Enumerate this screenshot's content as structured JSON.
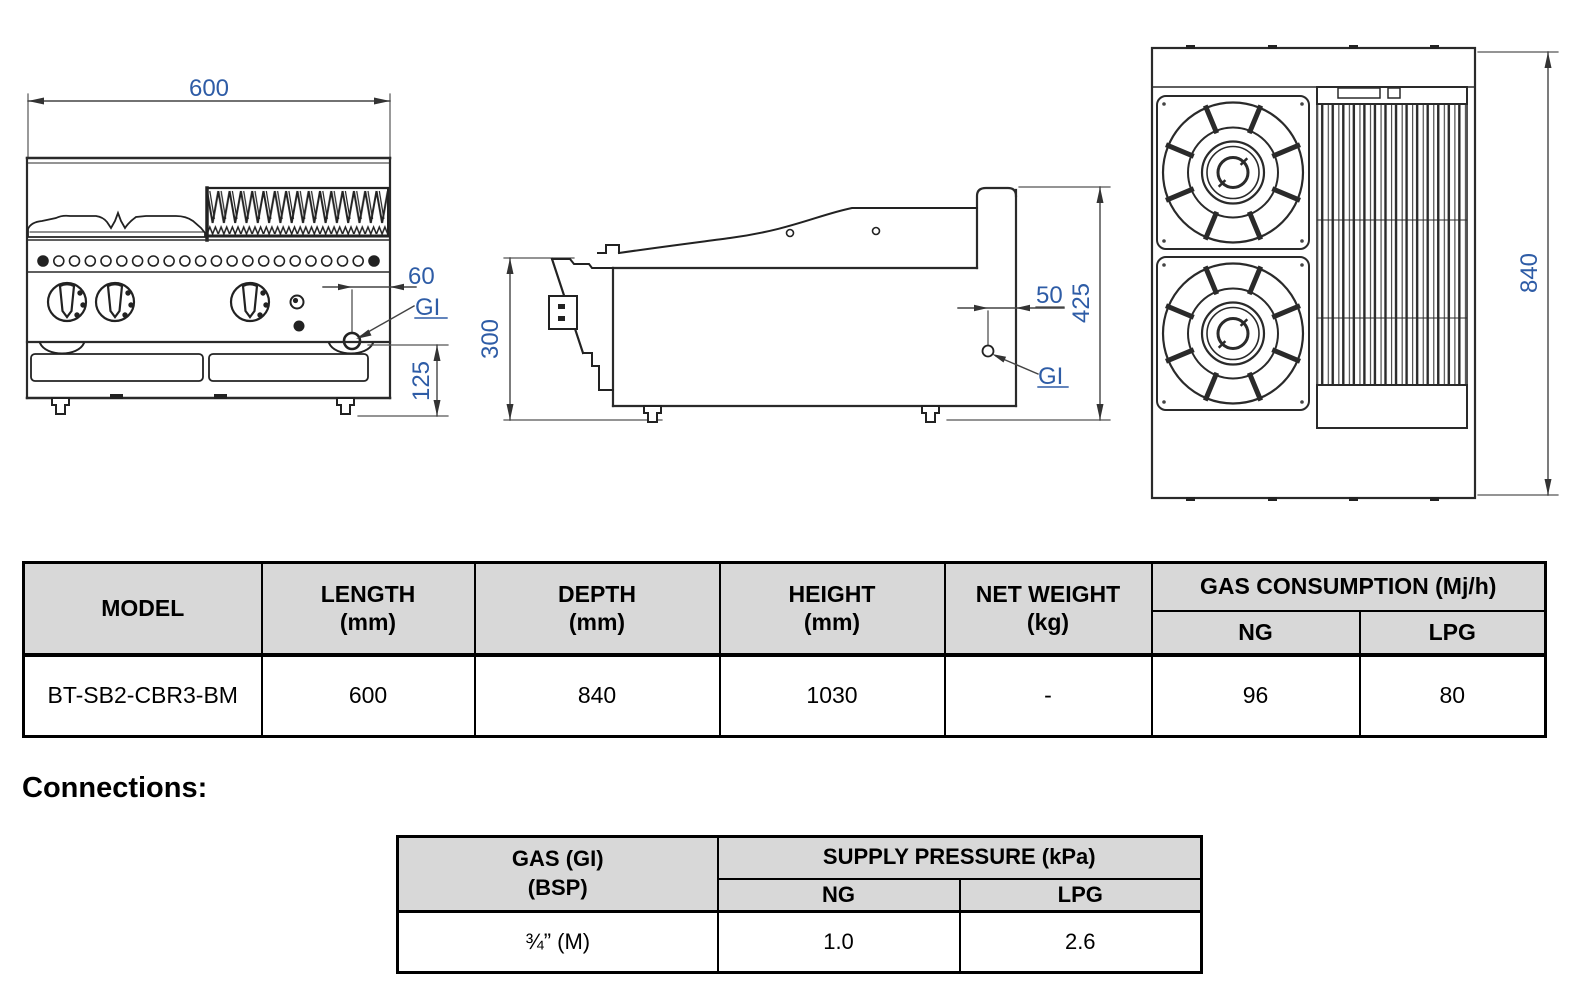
{
  "colors": {
    "dim_text": "#2e5ca6",
    "line": "#2a2a2a",
    "table_header_bg": "#d8d8d8",
    "table_border": "#000000"
  },
  "front_view": {
    "width_dim": "600",
    "burner_offset_dim": "60",
    "gas_inlet_label": "GI",
    "base_height_dim": "125"
  },
  "side_view": {
    "front_height_dim": "300",
    "gas_offset_dim": "50",
    "total_height_dim": "425",
    "gas_inlet_label": "GI"
  },
  "top_view": {
    "depth_dim": "840"
  },
  "spec_table": {
    "headers": {
      "model": "MODEL",
      "length": "LENGTH\n(mm)",
      "depth": "DEPTH\n(mm)",
      "height": "HEIGHT\n(mm)",
      "net_weight": "NET WEIGHT\n(kg)",
      "gas_consumption": "GAS CONSUMPTION (Mj/h)",
      "ng": "NG",
      "lpg": "LPG"
    },
    "row": {
      "model": "BT-SB2-CBR3-BM",
      "length": "600",
      "depth": "840",
      "height": "1030",
      "net_weight": "-",
      "ng": "96",
      "lpg": "80"
    }
  },
  "connections": {
    "heading": "Connections:",
    "table": {
      "gas_header": "GAS (GI)\n(BSP)",
      "supply_pressure_header": "SUPPLY PRESSURE (kPa)",
      "ng_header": "NG",
      "lpg_header": "LPG",
      "gas_value": "¾” (M)",
      "ng_value": "1.0",
      "lpg_value": "2.6"
    }
  }
}
